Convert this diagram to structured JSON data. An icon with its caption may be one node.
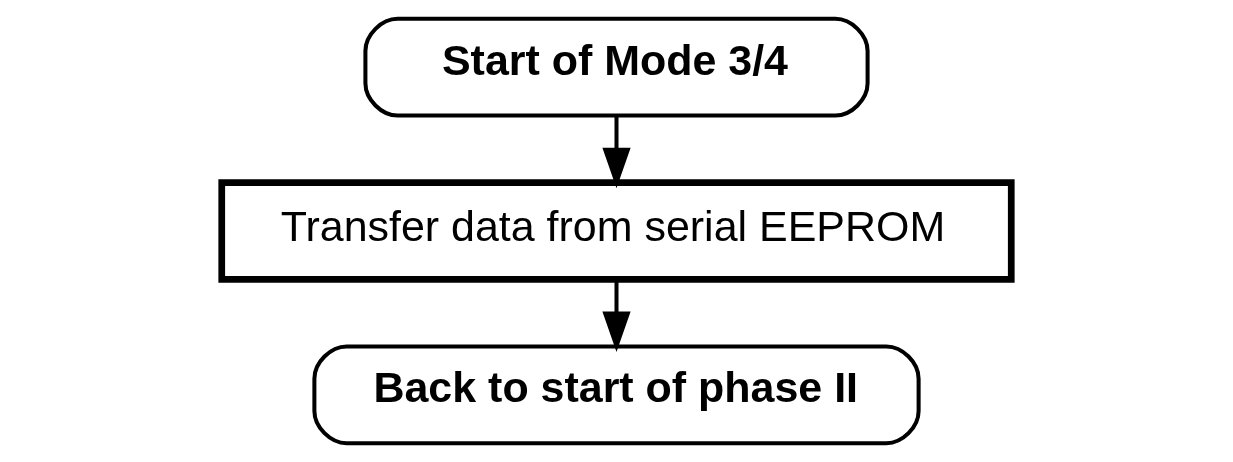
{
  "diagram": {
    "nodes": [
      {
        "text": [
          "Start of Mode 3/4"
        ]
      },
      {
        "text": [
          "Transfer data from serial EEPROM"
        ]
      },
      {
        "text": [
          "Back to start of phase II"
        ]
      }
    ],
    "edges": [
      {
        "from": 0,
        "to": 1,
        "arrow": "to"
      },
      {
        "from": 1,
        "to": 2,
        "arrow": "to"
      }
    ]
  }
}
